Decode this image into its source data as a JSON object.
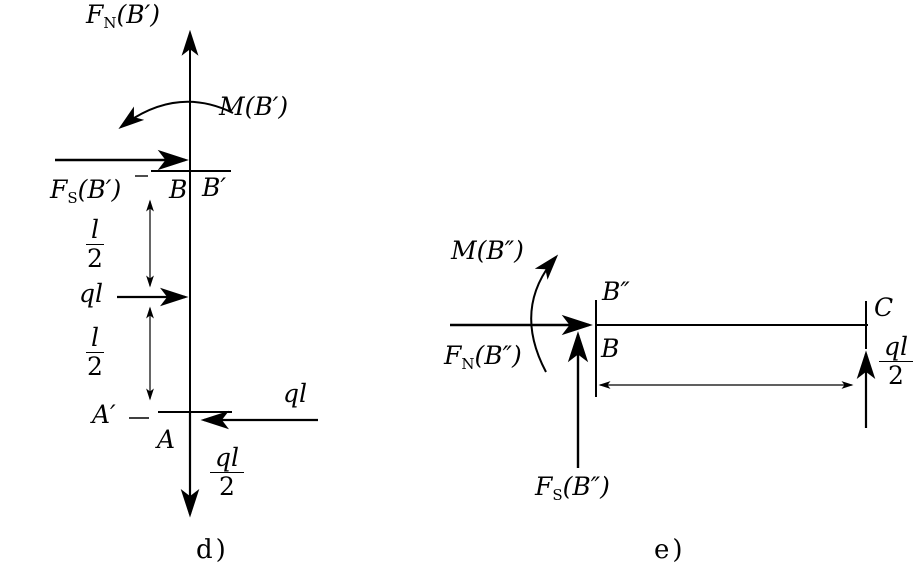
{
  "figure_d": {
    "caption": "d)",
    "labels": {
      "fn": {
        "sym": "F",
        "sub": "N",
        "arg": "(B′)"
      },
      "m": {
        "sym": "M",
        "arg": "(B′)"
      },
      "fs": {
        "sym": "F",
        "sub": "S",
        "arg": "(B′)"
      },
      "b": "B",
      "b_prime": "B′",
      "dim_upper": {
        "num": "l",
        "den": "2"
      },
      "ql_mid": "ql",
      "dim_lower": {
        "num": "l",
        "den": "2"
      },
      "a_prime": "A′",
      "a": "A",
      "ql_bottom": "ql",
      "reaction": {
        "num": "ql",
        "den": "2"
      }
    }
  },
  "figure_e": {
    "caption": "e)",
    "labels": {
      "m": {
        "sym": "M",
        "arg": "(B″)"
      },
      "fn": {
        "sym": "F",
        "sub": "N",
        "arg": "(B″)"
      },
      "fs": {
        "sym": "F",
        "sub": "S",
        "arg": "(B″)"
      },
      "b_double_prime": "B″",
      "b": "B",
      "c": "C",
      "reaction": {
        "num": "ql",
        "den": "2"
      }
    }
  }
}
